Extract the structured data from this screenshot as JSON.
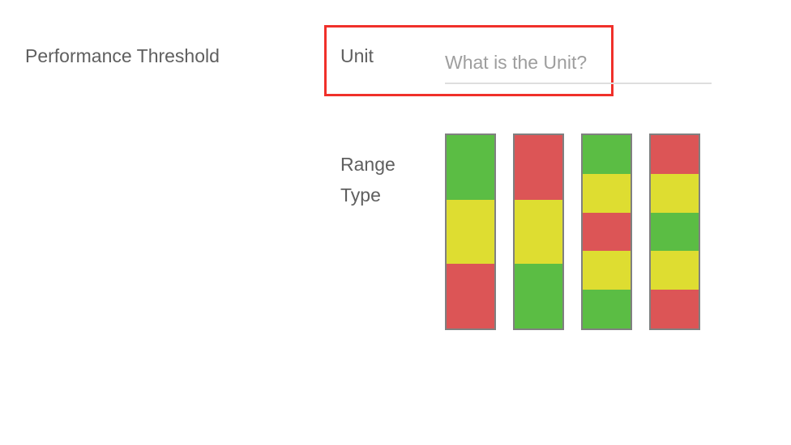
{
  "section_label": "Performance Threshold",
  "unit": {
    "label": "Unit",
    "value": "",
    "placeholder": "What is the Unit?"
  },
  "range_type": {
    "label_line1": "Range",
    "label_line2": "Type",
    "options": [
      {
        "name": "green-yellow-red",
        "segments": [
          "green",
          "yellow",
          "red"
        ]
      },
      {
        "name": "red-yellow-green",
        "segments": [
          "red",
          "yellow",
          "green"
        ]
      },
      {
        "name": "green-yellow-red-yellow-green",
        "segments": [
          "green",
          "yellow",
          "red",
          "yellow",
          "green"
        ]
      },
      {
        "name": "red-yellow-green-yellow-red",
        "segments": [
          "red",
          "yellow",
          "green",
          "yellow",
          "red"
        ]
      }
    ]
  },
  "colors": {
    "green": "#5bbd44",
    "yellow": "#dedd31",
    "red": "#dc5556",
    "highlight": "#f0302a"
  }
}
